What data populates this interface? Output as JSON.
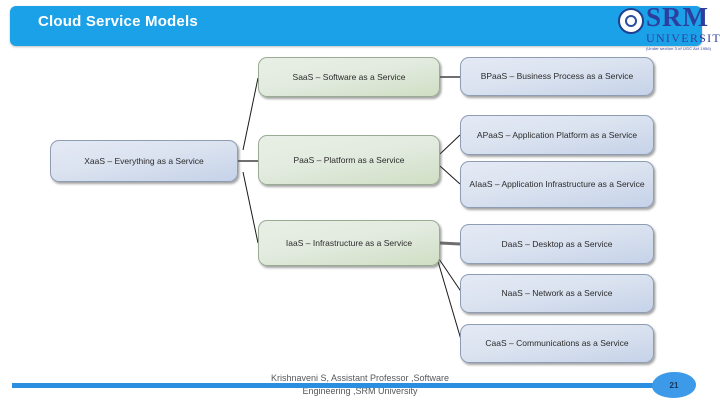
{
  "header": {
    "title": "Cloud Service Models",
    "bar_color": "#1ba1e8"
  },
  "logo": {
    "emblem_name": "srm-circular-emblem",
    "brand": "SRM",
    "sub_brand": "UNIVERSITY",
    "fine_print": "(Under section 3 of UGC Act 1956)"
  },
  "diagram": {
    "root": {
      "id": "xaas",
      "label": "XaaS – Everything as a Service",
      "color": "blue"
    },
    "level2": [
      {
        "id": "saas",
        "label": "SaaS – Software as a Service",
        "color": "green"
      },
      {
        "id": "paas",
        "label": "PaaS – Platform as a Service",
        "color": "green"
      },
      {
        "id": "iaas",
        "label": "IaaS – Infrastructure as a Service",
        "color": "green"
      }
    ],
    "level3": [
      {
        "id": "bpaas",
        "label": "BPaaS – Business Process as a Service",
        "color": "blue",
        "parent": "saas"
      },
      {
        "id": "apaas",
        "label": "APaaS – Application Platform as a Service",
        "color": "blue",
        "parent": "paas"
      },
      {
        "id": "aiaas",
        "label": "AIaaS – Application Infrastructure as a Service",
        "color": "blue",
        "parent": "paas"
      },
      {
        "id": "daas",
        "label": "DaaS – Desktop as a Service",
        "color": "blue",
        "parent": "iaas"
      },
      {
        "id": "naas",
        "label": "NaaS – Network as a Service",
        "color": "blue",
        "parent": "iaas"
      },
      {
        "id": "caas",
        "label": "CaaS – Communications as a Service",
        "color": "blue",
        "parent": "iaas"
      }
    ]
  },
  "footer": {
    "line1": "Krishnaveni S, Assistant Professor ,Software",
    "line2": "Engineering ,SRM University",
    "rule_color": "#2a8fe0",
    "page_number": "21",
    "badge_color": "#3d9ae8"
  }
}
